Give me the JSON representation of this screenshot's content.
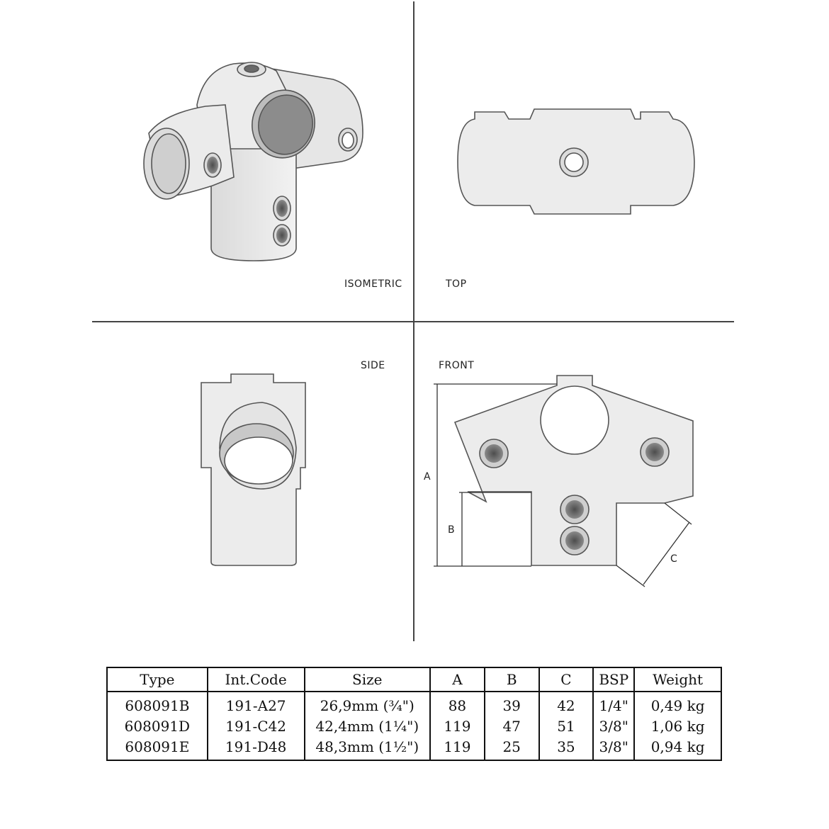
{
  "views": {
    "isometric": "ISOMETRIC",
    "top": "TOP",
    "side": "SIDE",
    "front": "FRONT"
  },
  "dimensions": {
    "a": "A",
    "b": "B",
    "c": "C"
  },
  "colors": {
    "part_fill": "#ececec",
    "part_stroke": "#555555",
    "hole_inner": "#6f6f6f",
    "line": "#333333"
  },
  "table": {
    "headers": [
      "Type",
      "Int.Code",
      "Size",
      "A",
      "B",
      "C",
      "BSP",
      "Weight"
    ],
    "rows": [
      [
        "608091B",
        "191-A27",
        "26,9mm (¾\")",
        "88",
        "39",
        "42",
        "1/4\"",
        "0,49 kg"
      ],
      [
        "608091D",
        "191-C42",
        "42,4mm (1¼\")",
        "119",
        "47",
        "51",
        "3/8\"",
        "1,06 kg"
      ],
      [
        "608091E",
        "191-D48",
        "48,3mm (1½\")",
        "119",
        "25",
        "35",
        "3/8\"",
        "0,94 kg"
      ]
    ]
  }
}
